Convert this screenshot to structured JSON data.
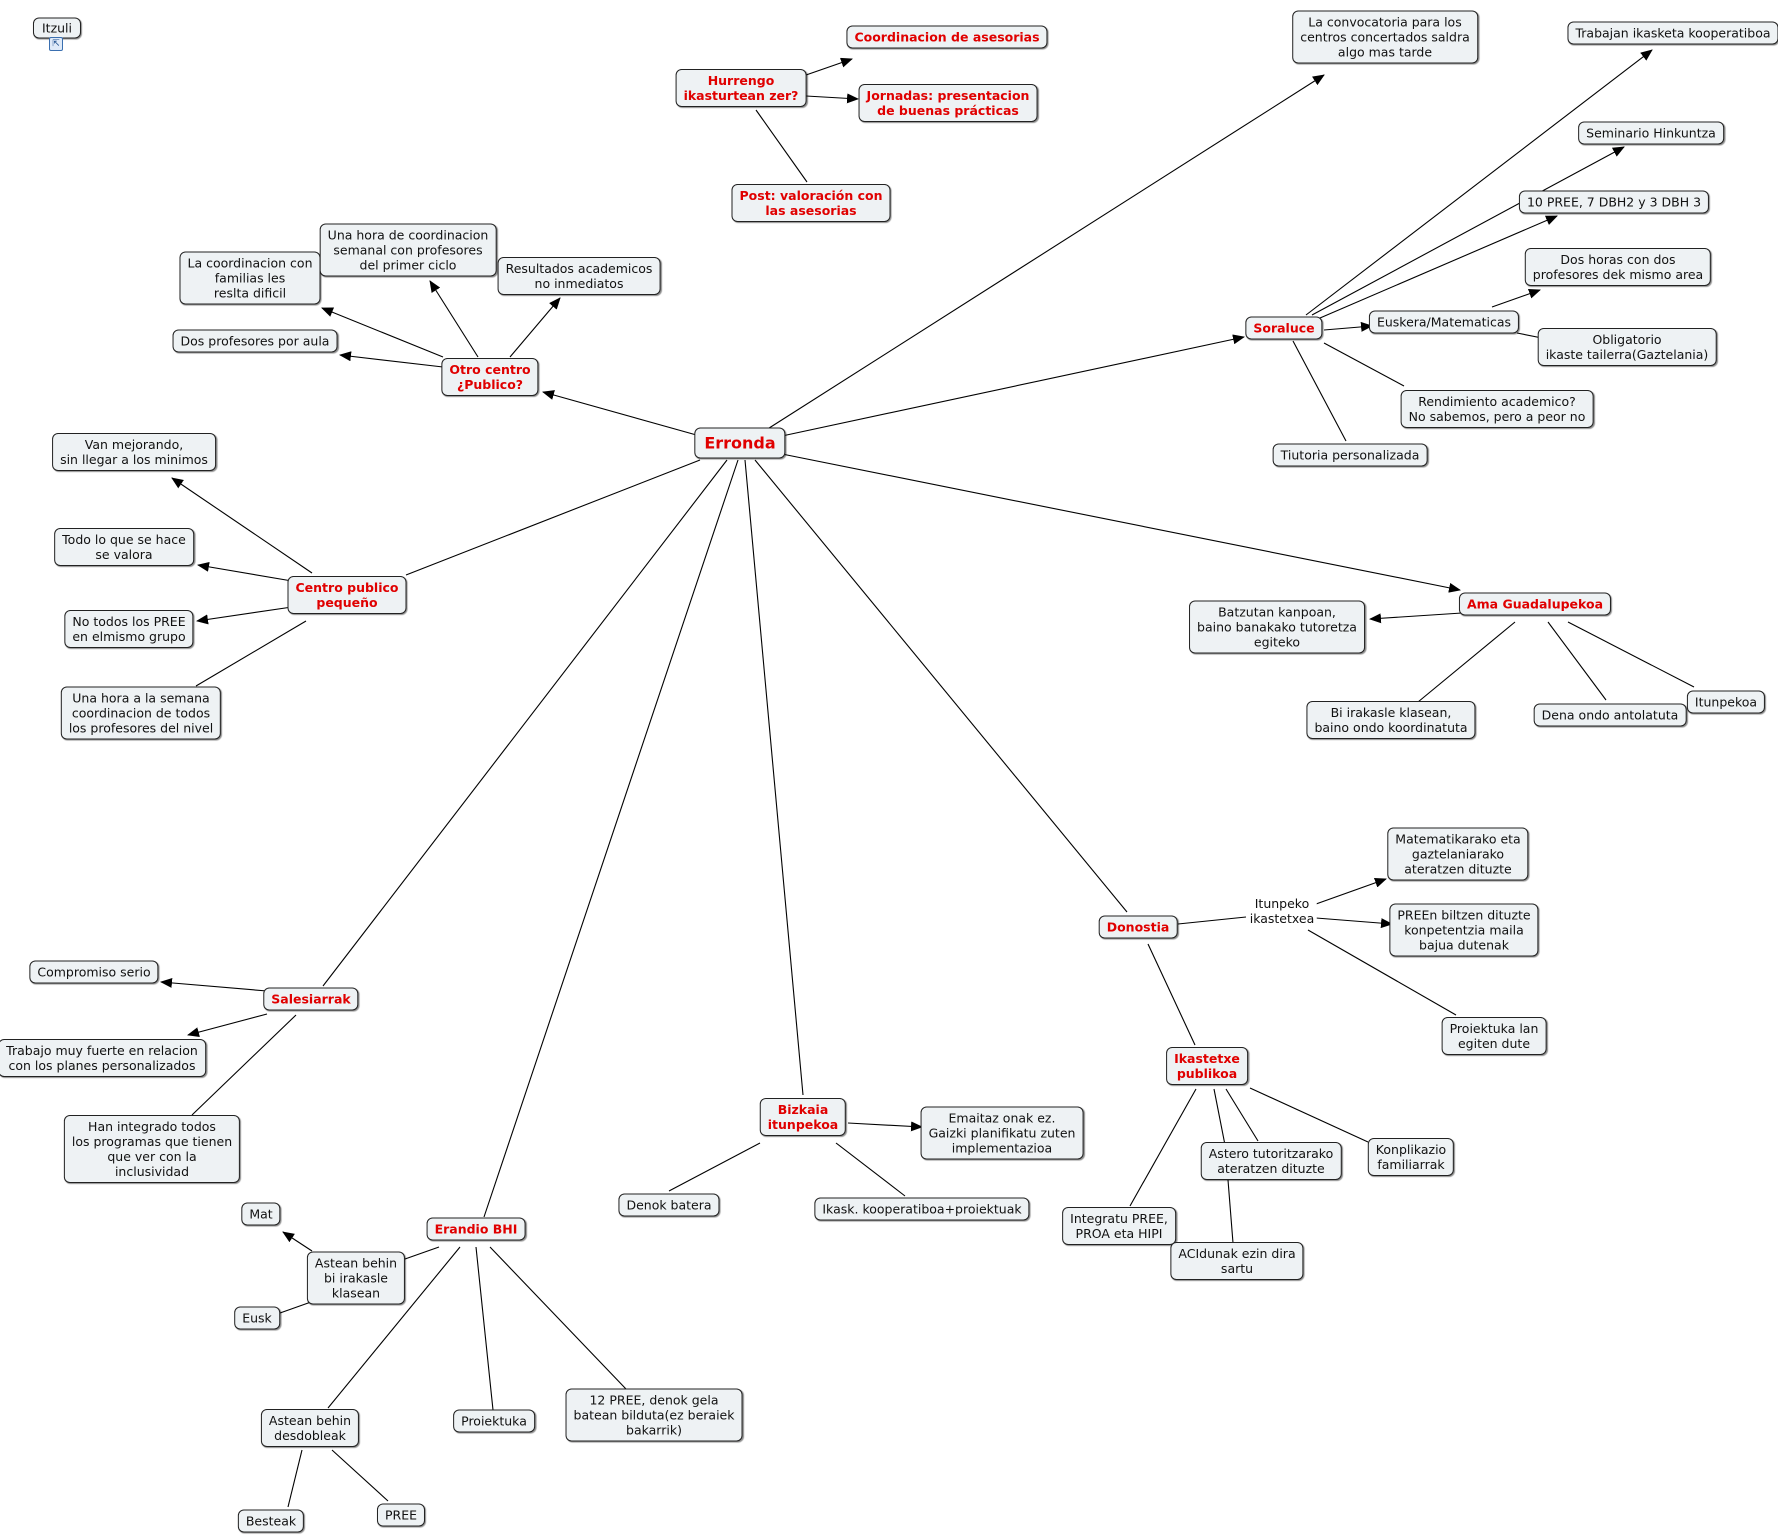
{
  "nodes": {
    "itzuli": "Itzuli",
    "erronda": "Erronda",
    "hurrengo": "Hurrengo\nikasturtean zer?",
    "coordinacion": "Coordinacion de asesorias",
    "jornadas": "Jornadas: presentacion\nde buenas prácticas",
    "post": "Post: valoración con\nlas asesorias",
    "otro": "Otro centro\n¿Publico?",
    "coord_familias": "La coordinacion con\nfamilias les\nreslta dificil",
    "una_hora_coord": "Una hora de coordinacion\nsemanal con profesores\ndel primer ciclo",
    "resultados": "Resultados academicos\nno inmediatos",
    "dos_prof_aula": "Dos profesores por aula",
    "centro_pequeno": "Centro publico\npequeño",
    "van_mejorando": "Van mejorando,\nsin llegar a los minimos",
    "todo_valora": "Todo lo que se hace\nse valora",
    "no_todos_pree": "No todos los PREE\nen elmismo grupo",
    "una_hora_semana": "Una hora a la semana\ncoordinacion de todos\nlos profesores del nivel",
    "salesiarrak": "Salesiarrak",
    "compromiso": "Compromiso serio",
    "trabajo_fuerte": "Trabajo muy fuerte en relacion\ncon los planes personalizados",
    "han_integrado": "Han integrado todos\nlos programas que tienen\nque ver con la\ninclusividad",
    "erandio": "Erandio BHI",
    "mat": "Mat",
    "astean_bi": "Astean behin\nbi irakasle\nklasean",
    "eusk": "Eusk",
    "astean_desdoble": "Astean behin\ndesdobleak",
    "besteak": "Besteak",
    "pree": "PREE",
    "proiektuka": "Proiektuka",
    "doce_pree": "12 PREE, denok gela\nbatean bilduta(ez beraiek\nbakarrik)",
    "bizkaia": "Bizkaia\nitunpekoa",
    "emaitaz": "Emaitaz onak ez.\nGaizki planifikatu zuten\nimplementazioa",
    "denok_batera": "Denok batera",
    "ikask_koop": "Ikask. kooperatiboa+proiektuak",
    "donostia": "Donostia",
    "itunpeko_ikastetxea": "Itunpeko\nikastetxea",
    "matematikarako": "Matematikarako eta\ngaztelaniarako\nateratzen dituzte",
    "preen_biltzen": "PREEn biltzen dituzte\nkonpetentzia maila\nbajua dutenak",
    "proiektuka_lan": "Proiektuka lan\negiten dute",
    "ikastetxe_publikoa": "Ikastetxe\npublikoa",
    "astero": "Astero tutoritzarako\nateratzen dituzte",
    "konplikazio": "Konplikazio\nfamiliarrak",
    "integratu": "Integratu PREE,\nPROA eta HIPI",
    "acidunak": "ACIdunak ezin dira\nsartu",
    "ama": "Ama Guadalupekoa",
    "batzutan": "Batzutan kanpoan,\nbaino banakako tutoretza\negiteko",
    "bi_irakasle": "Bi irakasle klasean,\nbaino ondo koordinatuta",
    "dena_ondo": "Dena ondo antolatuta",
    "itunpekoa": "Itunpekoa",
    "soraluce": "Soraluce",
    "convocatoria": "La convocatoria para los\ncentros concertados saldra\nalgo mas tarde",
    "trabajan": "Trabajan ikasketa kooperatiboa",
    "seminario": "Seminario Hinkuntza",
    "diez_pree": "10 PREE, 7 DBH2 y 3 DBH 3",
    "dos_horas": "Dos horas con dos\nprofesores dek mismo area",
    "euskera_mat": "Euskera/Matematicas",
    "obligatorio": "Obligatorio\nikaste tailerra(Gaztelania)",
    "rendimiento": "Rendimiento academico?\nNo sabemos, pero a peor no",
    "tiutoria": "Tiutoria personalizada"
  },
  "colors": {
    "red_text": "#e00000",
    "node_fill": "#eef2f4",
    "line": "#000000"
  },
  "icons": {
    "back": "map-back-icon"
  }
}
